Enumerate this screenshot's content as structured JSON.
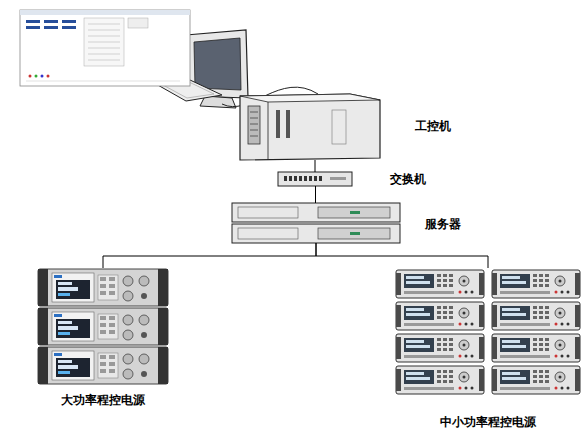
{
  "diagram": {
    "nodes": [
      {
        "text": [
          "工控机"
        ]
      },
      {
        "text": [
          "交换机"
        ]
      },
      {
        "text": [
          "服务器"
        ]
      },
      {
        "text": [
          "大功率程控电源"
        ]
      },
      {
        "text": [
          "中小功率程控电源"
        ]
      }
    ],
    "edges": [
      {
        "from": 0,
        "to": 1,
        "arrow": "none"
      },
      {
        "from": 1,
        "to": 2,
        "arrow": "none"
      },
      {
        "from": 2,
        "to": 3,
        "arrow": "none"
      },
      {
        "from": 2,
        "to": 4,
        "arrow": "none"
      }
    ]
  }
}
